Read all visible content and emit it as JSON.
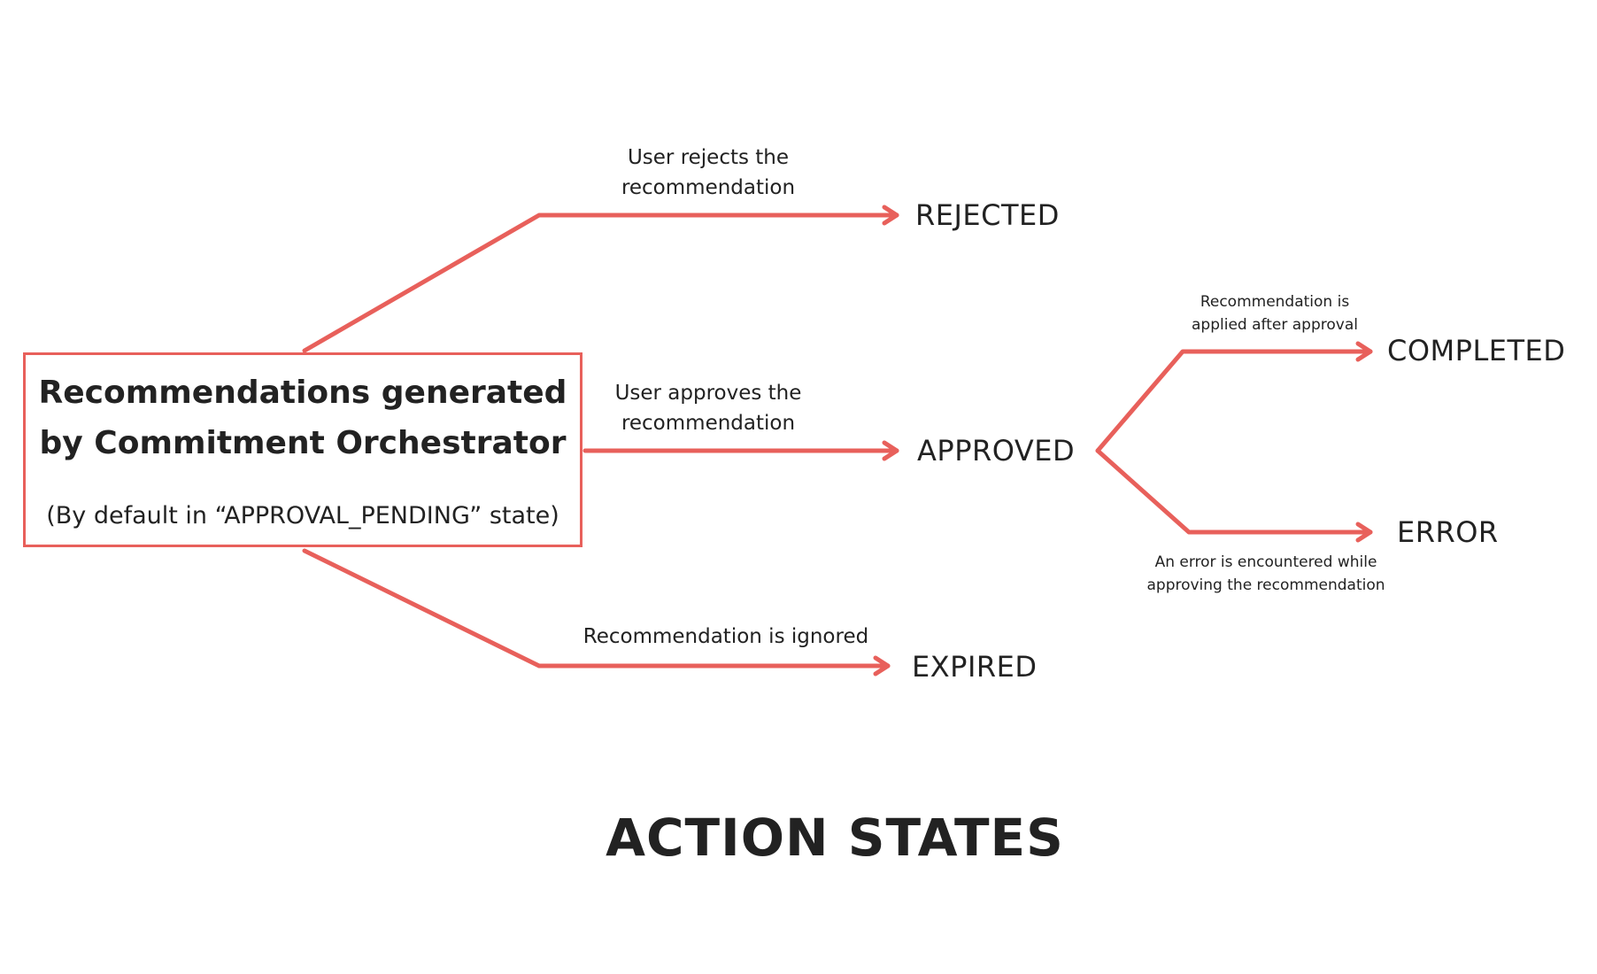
{
  "diagram": {
    "title": "ACTION STATES",
    "accent_color": "#e8605b",
    "source": {
      "title_line1": "Recommendations generated",
      "title_line2": "by Commitment Orchestrator",
      "subtitle": "(By default in “APPROVAL_PENDING” state)"
    },
    "states": {
      "rejected": "REJECTED",
      "approved": "APPROVED",
      "expired": "EXPIRED",
      "completed": "COMPLETED",
      "error": "ERROR"
    },
    "transitions": {
      "reject": [
        "User rejects the",
        "recommendation"
      ],
      "approve": [
        "User approves the",
        "recommendation"
      ],
      "ignore": [
        "Recommendation is ignored"
      ],
      "complete": [
        "Recommendation is",
        "applied after approval"
      ],
      "fail": [
        "An error is encountered while",
        "approving the recommendation"
      ]
    }
  }
}
